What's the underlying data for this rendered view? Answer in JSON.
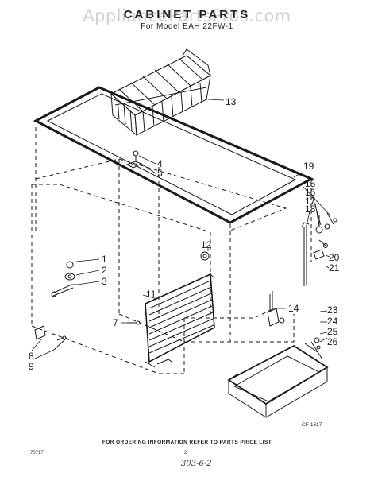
{
  "watermark": "AppliancePartsPros.com",
  "title": "CABINET PARTS",
  "subtitle": "For Model EAH 22FW-1",
  "diagram": {
    "callouts": [
      "1",
      "2",
      "3",
      "4",
      "5",
      "7",
      "8",
      "9",
      "11",
      "12",
      "13",
      "14",
      "15",
      "16",
      "17",
      "18",
      "19",
      "20",
      "21",
      "23",
      "24",
      "25",
      "26"
    ],
    "figure_ref": "CF-1617"
  },
  "footer": {
    "ordering_text": "FOR ORDERING INFORMATION REFER TO PARTS PRICE LIST",
    "doc_code": "70717",
    "page_number": "2",
    "handwritten_note": "303-6-2"
  }
}
